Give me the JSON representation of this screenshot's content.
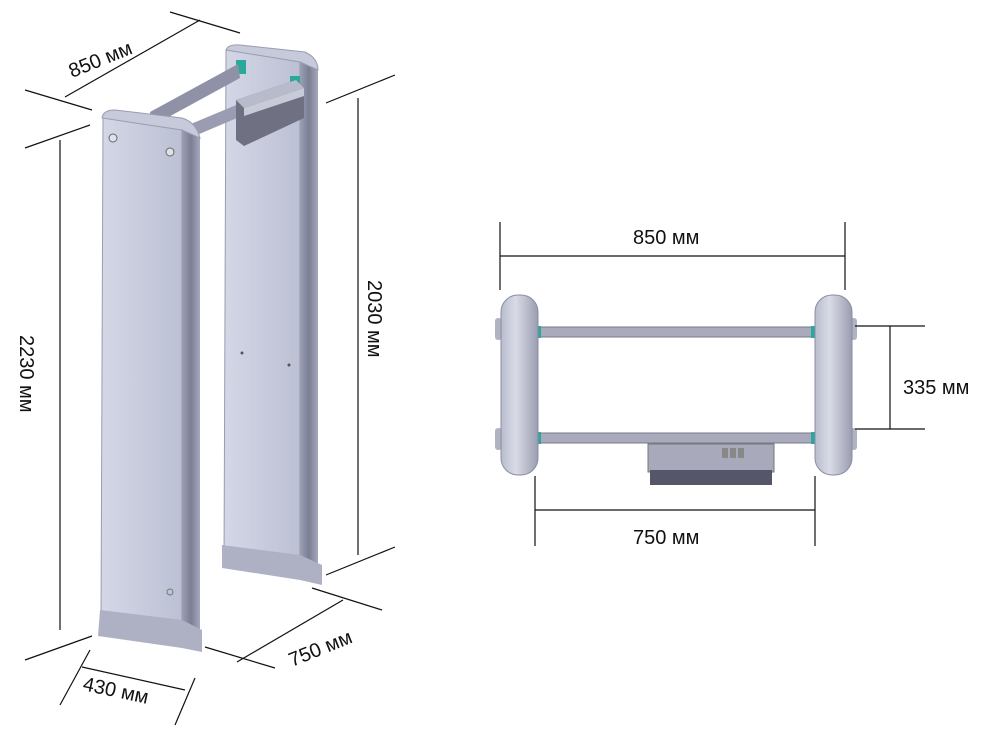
{
  "isometric_view": {
    "width_label": "850 мм",
    "total_height_label": "2230 мм",
    "panel_height_label": "2030 мм",
    "passage_label": "750 мм",
    "depth_label": "430 мм"
  },
  "top_view": {
    "width_label": "850 мм",
    "beam_spacing_label": "335 мм",
    "passage_label": "750 мм"
  },
  "colors": {
    "panel": "#c3c7da",
    "panel_edge": "#8a8ca3",
    "beam": "#a9abbc",
    "connector": "#2aa89a",
    "control_box": "#6f7081"
  }
}
